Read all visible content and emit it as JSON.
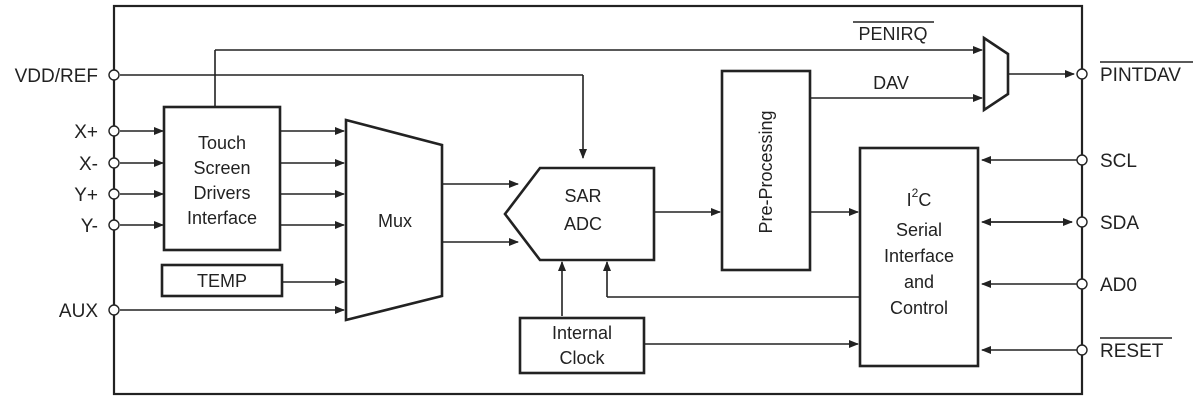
{
  "pins_left": {
    "vdd_ref": "VDD/REF",
    "x_plus": "X+",
    "x_minus": "X-",
    "y_plus": "Y+",
    "y_minus": "Y-",
    "aux": "AUX"
  },
  "pins_right": {
    "pintdav": "PINTDAV",
    "scl": "SCL",
    "sda": "SDA",
    "ad0": "AD0",
    "reset": "RESET"
  },
  "signals": {
    "penirq": "PENIRQ",
    "dav": "DAV"
  },
  "blocks": {
    "touch_screen": [
      "Touch",
      "Screen",
      "Drivers",
      "Interface"
    ],
    "temp": "TEMP",
    "mux": "Mux",
    "sar_adc": [
      "SAR",
      "ADC"
    ],
    "internal_clock": [
      "Internal",
      "Clock"
    ],
    "pre_processing": "Pre-Processing",
    "i2c": {
      "prefix": "I",
      "superscript": "2",
      "suffix": "C",
      "lines": [
        "Serial",
        "Interface",
        "and",
        "Control"
      ]
    }
  }
}
